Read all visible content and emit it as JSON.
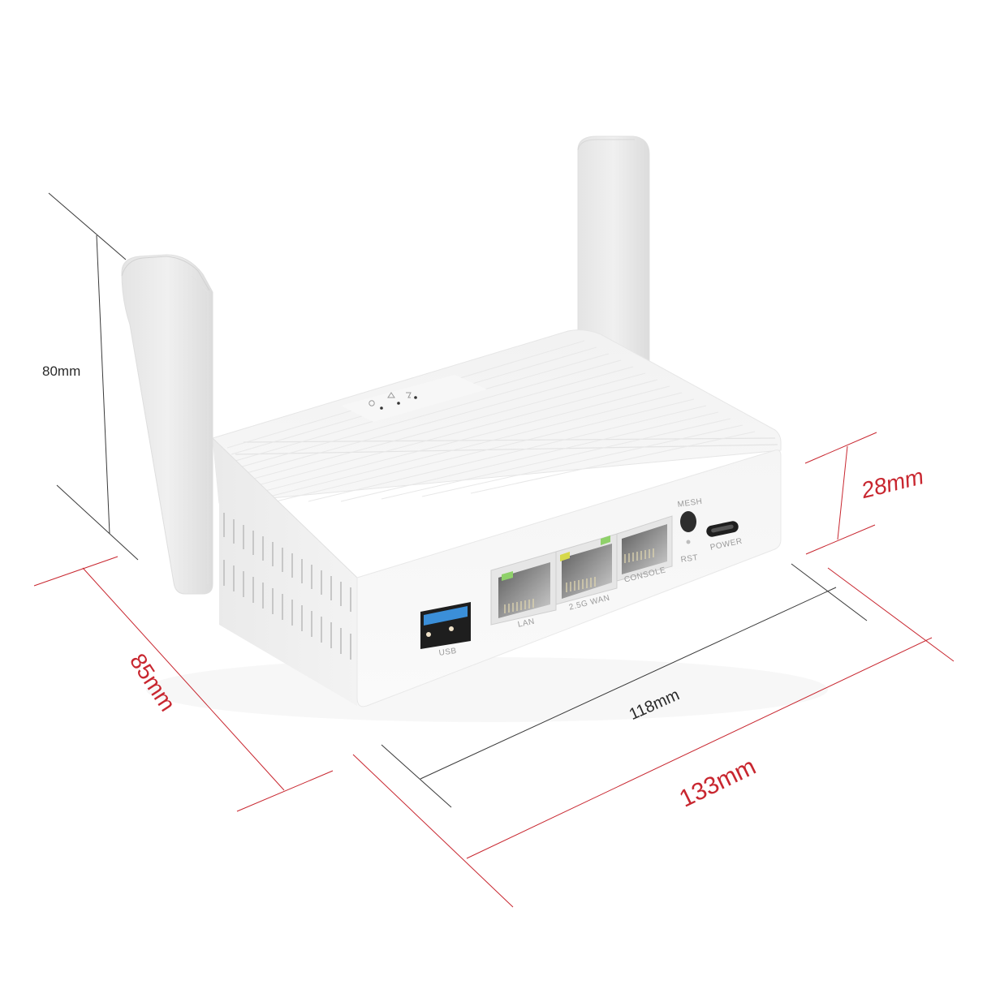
{
  "product": {
    "type": "router",
    "led_icons": [
      "power-icon",
      "wifi-icon",
      "5g-icon"
    ],
    "ports": {
      "usb": "USB",
      "lan": "LAN",
      "wan": "2.5G WAN",
      "console": "CONSOLE",
      "mesh": "MESH",
      "reset": "RST",
      "power": "POWER"
    }
  },
  "dimensions": {
    "height_with_antenna": "80mm",
    "body_height": "28mm",
    "depth": "85mm",
    "body_width": "118mm",
    "total_width": "133mm"
  },
  "colors": {
    "background": "#ffffff",
    "body": "#f4f4f4",
    "dimension_red": "#c8262f",
    "dimension_black": "#2a2a2a",
    "usb_blue": "#3b8fd9",
    "led_green": "#8fd16a",
    "led_yellow": "#d6d94a"
  }
}
